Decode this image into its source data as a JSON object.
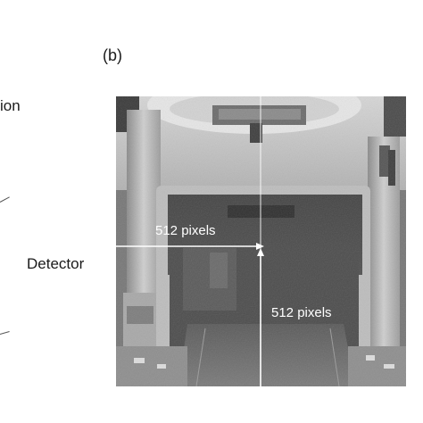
{
  "figure": {
    "panel_label": "(b)",
    "left_text_fragment": "ion",
    "detector_label": "Detector",
    "horizontal_label": "512 pixels",
    "vertical_label": "512 pixels"
  },
  "colors": {
    "background": "#ffffff",
    "text": "#1a1a1a",
    "overlay_text": "#ffffff"
  }
}
